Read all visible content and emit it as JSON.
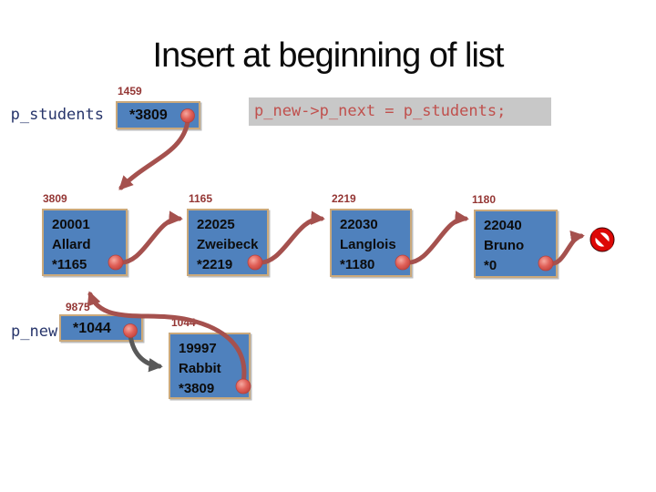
{
  "slide": {
    "title": "Insert at beginning of list"
  },
  "code": {
    "text": "p_new->p_next = p_students;"
  },
  "pointers": {
    "p_students": {
      "label": "p_students",
      "address": "1459",
      "value": "*3809"
    },
    "p_new": {
      "label": "p_new",
      "address": "9875",
      "value": "*1044"
    }
  },
  "nodes": [
    {
      "address": "3809",
      "lines": [
        "20001",
        "Allard",
        "*1165"
      ]
    },
    {
      "address": "1165",
      "lines": [
        "22025",
        "Zweibeck",
        "*2219"
      ]
    },
    {
      "address": "2219",
      "lines": [
        "22030",
        "Langlois",
        "*1180"
      ]
    },
    {
      "address": "1180",
      "lines": [
        "22040",
        "Bruno",
        "*0"
      ]
    },
    {
      "address": "1044",
      "lines": [
        "19997",
        "Rabbit",
        "*3809"
      ]
    }
  ],
  "icons": {
    "null_terminator": "no-entry-icon",
    "pointer_dot": "pointer-origin-dot-icon"
  },
  "colors": {
    "node_fill": "#4f81bd",
    "node_border": "#cba97b",
    "arrow_red": "#a5514e",
    "arrow_gray": "#595959",
    "address_text": "#943634",
    "pointer_label_text": "#27356b",
    "code_text": "#c0504d",
    "code_background": "#c8c8c8",
    "dot_fill": "#e06058",
    "no_entry_red": "#dd0806"
  }
}
